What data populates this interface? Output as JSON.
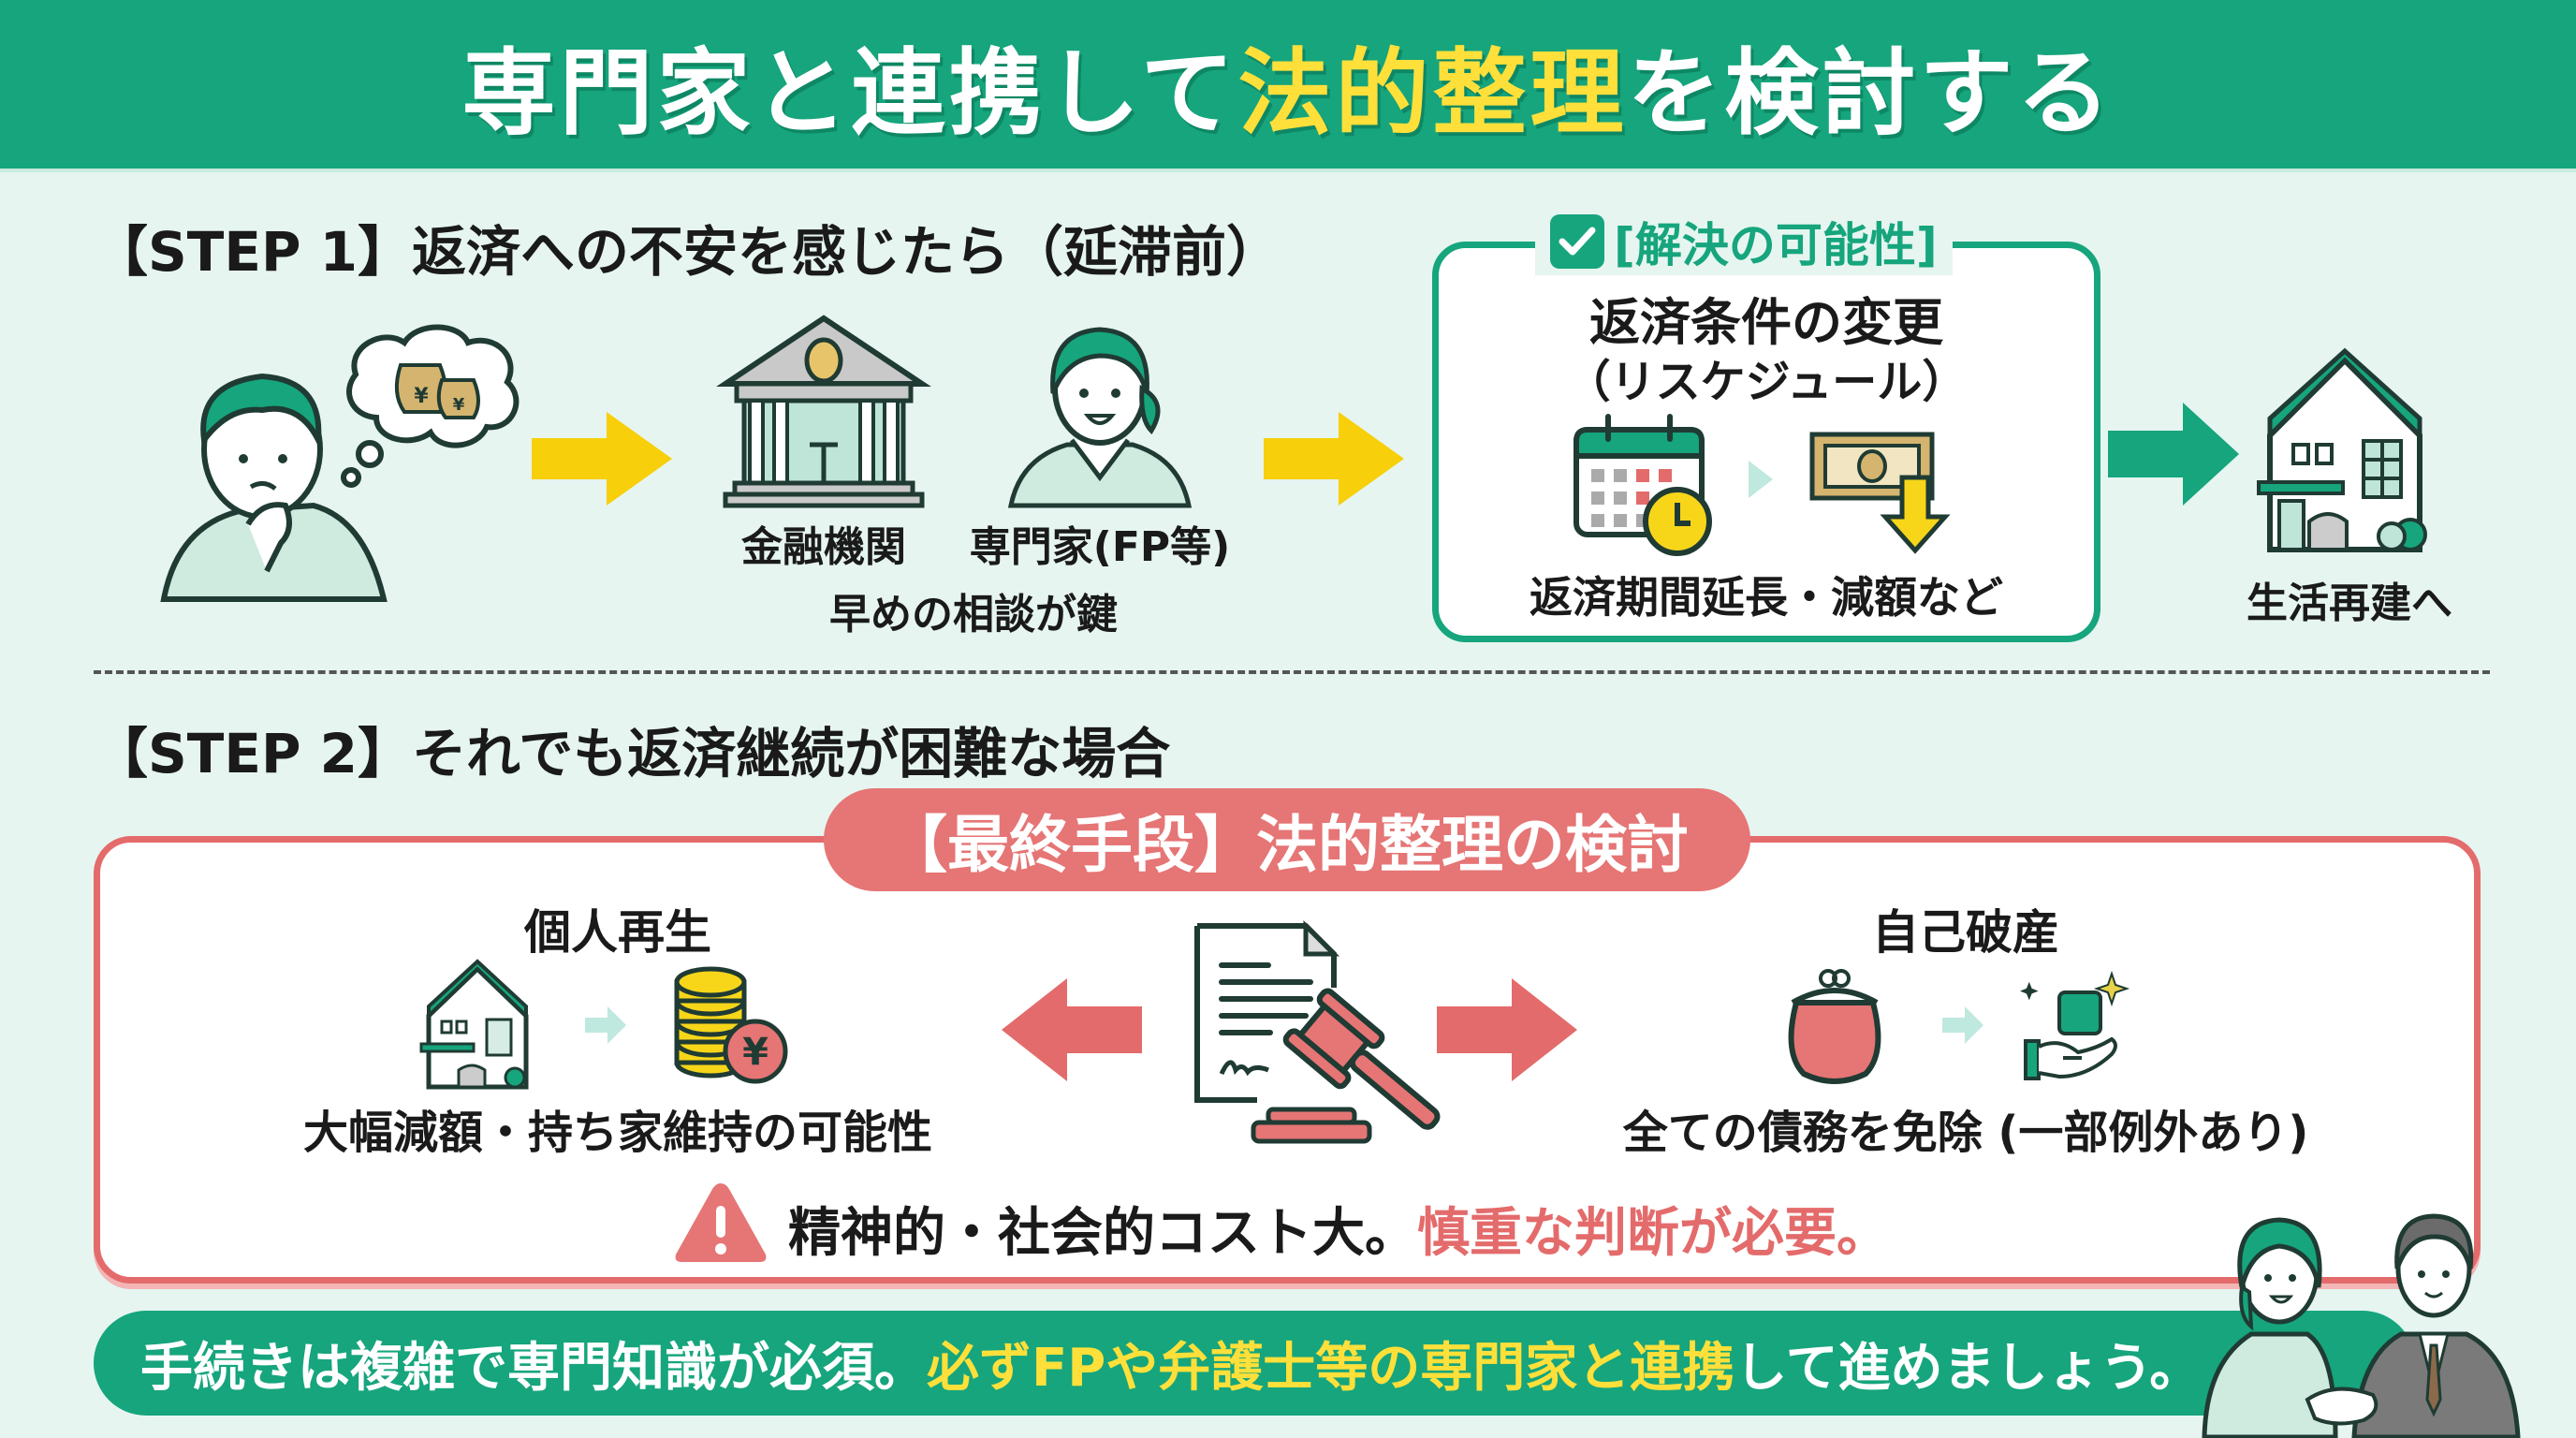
{
  "header": {
    "title_pre": "専門家と連携して",
    "title_highlight": "法的整理",
    "title_post": "を検討する"
  },
  "step1": {
    "heading": "【STEP 1】返済への不安を感じたら（延滞前）",
    "consult": {
      "bank_label": "金融機関",
      "expert_label": "専門家(FP等)",
      "caption": "早めの相談が鍵"
    },
    "solution": {
      "tag": "[解決の可能性]",
      "title": "返済条件の変更",
      "subtitle": "（リスケジュール）",
      "caption": "返済期間延長・減額など"
    },
    "outcome_label": "生活再建へ"
  },
  "step2": {
    "heading": "【STEP 2】それでも返済継続が困難な場合",
    "final_tag": "【最終手段】法的整理の検討",
    "option_left": {
      "title": "個人再生",
      "caption": "大幅減額・持ち家維持の可能性"
    },
    "option_right": {
      "title": "自己破産",
      "caption": "全ての債務を免除 (一部例外あり)"
    },
    "warning": {
      "text": "精神的・社会的コスト大。",
      "emphasis": "慎重な判断が必要。"
    }
  },
  "banner": {
    "text": "手続きは複雑で専門知識が必須。",
    "highlight": "必ずFPや弁護士等の専門家と連携",
    "text_end": "して進めましょう。"
  },
  "colors": {
    "primary_green": "#16a57d",
    "accent_yellow": "#ffe03a",
    "arrow_yellow": "#f7cf0a",
    "alert_red": "#e46b6b",
    "background": "#e6f5f0"
  },
  "icons": {
    "worried_person": "worried-person-icon",
    "money_bags": "yen-money-bag-icon",
    "bank": "bank-icon",
    "advisor": "female-advisor-icon",
    "calendar": "calendar-clock-icon",
    "bill_down": "bill-decrease-icon",
    "house": "house-icon",
    "coins": "yen-coins-icon",
    "gavel": "gavel-document-icon",
    "purse": "purse-icon",
    "relief": "hand-banknote-icon",
    "warning": "warning-triangle-icon",
    "handshake": "handshake-people-icon"
  }
}
